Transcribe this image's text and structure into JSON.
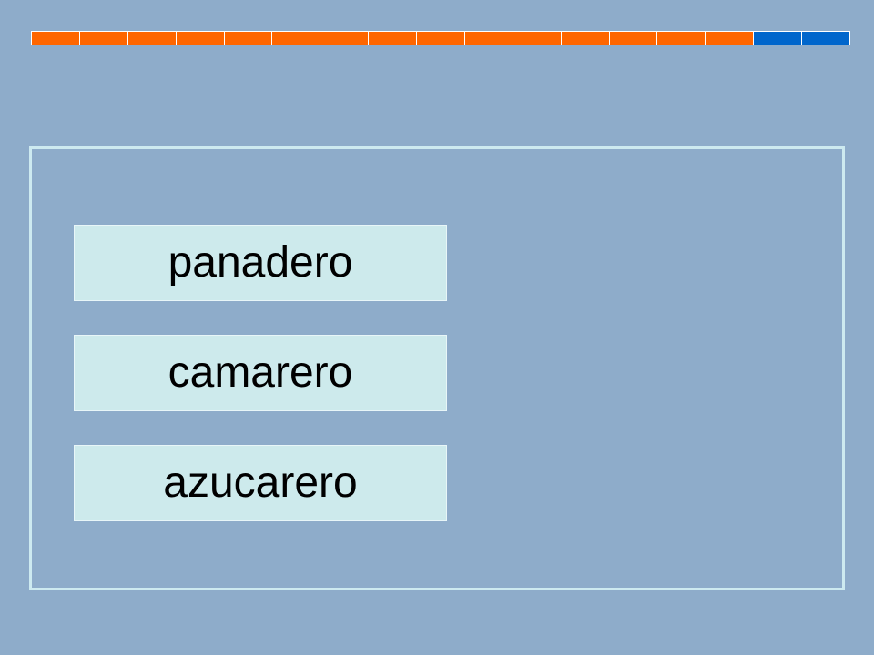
{
  "progress": {
    "completed": 15,
    "total": 17,
    "colors": {
      "completed": "#ff6600",
      "remaining": "#0066cc"
    }
  },
  "words": [
    {
      "label": "panadero"
    },
    {
      "label": "camarero"
    },
    {
      "label": "azucarero"
    }
  ]
}
